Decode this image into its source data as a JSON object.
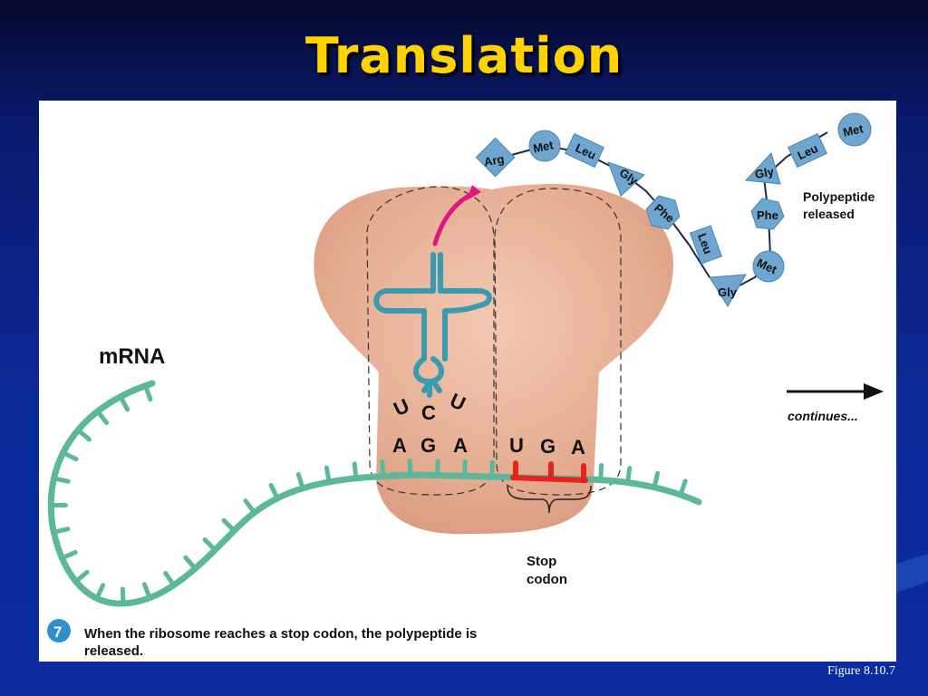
{
  "slide": {
    "title": "Translation",
    "figure_caption": "Figure 8.10.7"
  },
  "diagram": {
    "mrna_label": "mRNA",
    "anticodon": [
      "U",
      "C",
      "U"
    ],
    "codons": {
      "left": [
        "A",
        "G",
        "A"
      ],
      "right": [
        "U",
        "G",
        "A"
      ]
    },
    "stop_codon_label": [
      "Stop",
      "codon"
    ],
    "continues_label": "continues...",
    "polypeptide_label": [
      "Polypeptide",
      "released"
    ],
    "amino_acids": [
      "Arg",
      "Met",
      "Leu",
      "Gly",
      "Phe",
      "Leu",
      "Gly",
      "Met",
      "Phe",
      "Gly",
      "Leu",
      "Met"
    ],
    "step_number": "7",
    "step_text": [
      "When the ribosome reaches a stop codon, the polypeptide is",
      "released."
    ]
  },
  "colors": {
    "title": "#ffd200",
    "mrna": "#5bb89c",
    "trna": "#3a9ab0",
    "stop_codon": "#e8231b",
    "ribosome": "#e8b49a",
    "amino_acid": "#6fa6cf",
    "arrow": "#e0187e",
    "step_badge": "#2f8fc8"
  }
}
